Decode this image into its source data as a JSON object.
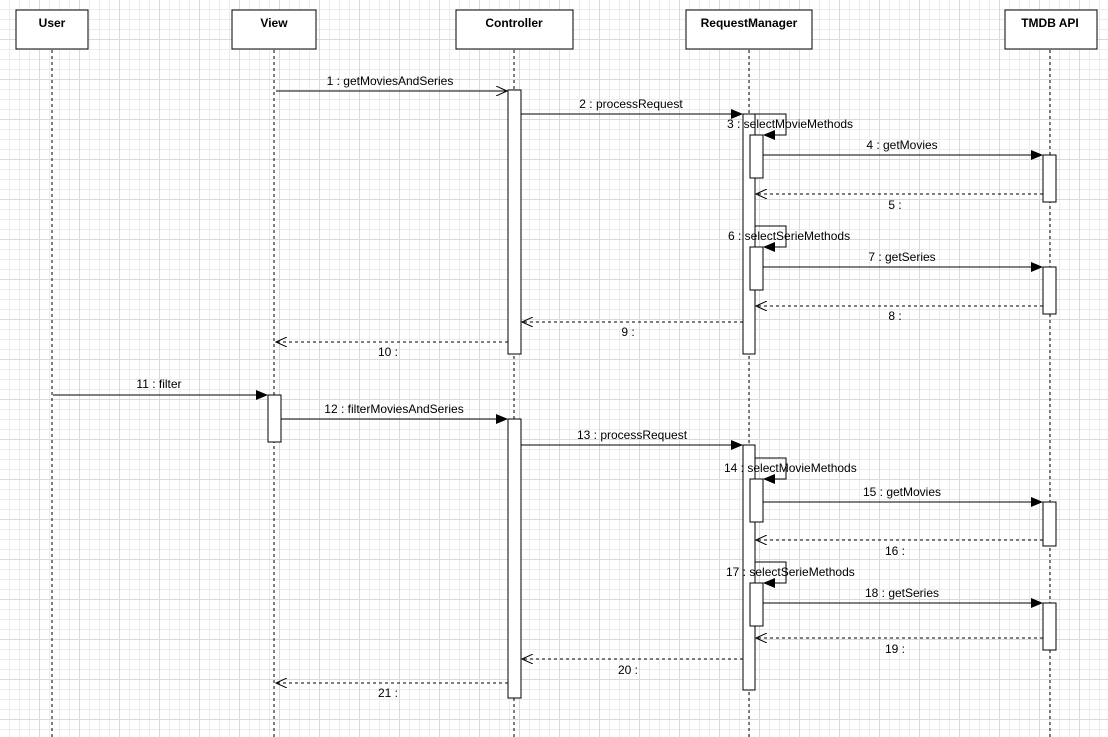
{
  "diagram": {
    "type": "sequence",
    "lifelines": [
      {
        "id": "user",
        "label": "User"
      },
      {
        "id": "view",
        "label": "View"
      },
      {
        "id": "controller",
        "label": "Controller"
      },
      {
        "id": "requestmanager",
        "label": "RequestManager"
      },
      {
        "id": "tmdb",
        "label": "TMDB API"
      }
    ],
    "messages": [
      {
        "label": "1 : getMoviesAndSeries",
        "from": "view",
        "to": "controller",
        "kind": "async"
      },
      {
        "label": "2 : processRequest",
        "from": "controller",
        "to": "requestmanager",
        "kind": "sync"
      },
      {
        "label": "3 : selectMovieMethods",
        "from": "requestmanager",
        "to": "requestmanager",
        "kind": "self"
      },
      {
        "label": "4 : getMovies",
        "from": "requestmanager",
        "to": "tmdb",
        "kind": "sync"
      },
      {
        "label": "5 :",
        "from": "tmdb",
        "to": "requestmanager",
        "kind": "return"
      },
      {
        "label": "6 : selectSerieMethods",
        "from": "requestmanager",
        "to": "requestmanager",
        "kind": "self"
      },
      {
        "label": "7 : getSeries",
        "from": "requestmanager",
        "to": "tmdb",
        "kind": "sync"
      },
      {
        "label": "8 :",
        "from": "tmdb",
        "to": "requestmanager",
        "kind": "return"
      },
      {
        "label": "9 :",
        "from": "requestmanager",
        "to": "controller",
        "kind": "return"
      },
      {
        "label": "10 :",
        "from": "controller",
        "to": "view",
        "kind": "return"
      },
      {
        "label": "11 : filter",
        "from": "user",
        "to": "view",
        "kind": "sync"
      },
      {
        "label": "12 : filterMoviesAndSeries",
        "from": "view",
        "to": "controller",
        "kind": "sync"
      },
      {
        "label": "13 : processRequest",
        "from": "controller",
        "to": "requestmanager",
        "kind": "sync"
      },
      {
        "label": "14 : selectMovieMethods",
        "from": "requestmanager",
        "to": "requestmanager",
        "kind": "self"
      },
      {
        "label": "15 : getMovies",
        "from": "requestmanager",
        "to": "tmdb",
        "kind": "sync"
      },
      {
        "label": "16 :",
        "from": "tmdb",
        "to": "requestmanager",
        "kind": "return"
      },
      {
        "label": "17 : selectSerieMethods",
        "from": "requestmanager",
        "to": "requestmanager",
        "kind": "self"
      },
      {
        "label": "18 : getSeries",
        "from": "requestmanager",
        "to": "tmdb",
        "kind": "sync"
      },
      {
        "label": "19 :",
        "from": "tmdb",
        "to": "requestmanager",
        "kind": "return"
      },
      {
        "label": "20 :",
        "from": "requestmanager",
        "to": "controller",
        "kind": "return"
      },
      {
        "label": "21 :",
        "from": "controller",
        "to": "view",
        "kind": "return"
      }
    ]
  }
}
